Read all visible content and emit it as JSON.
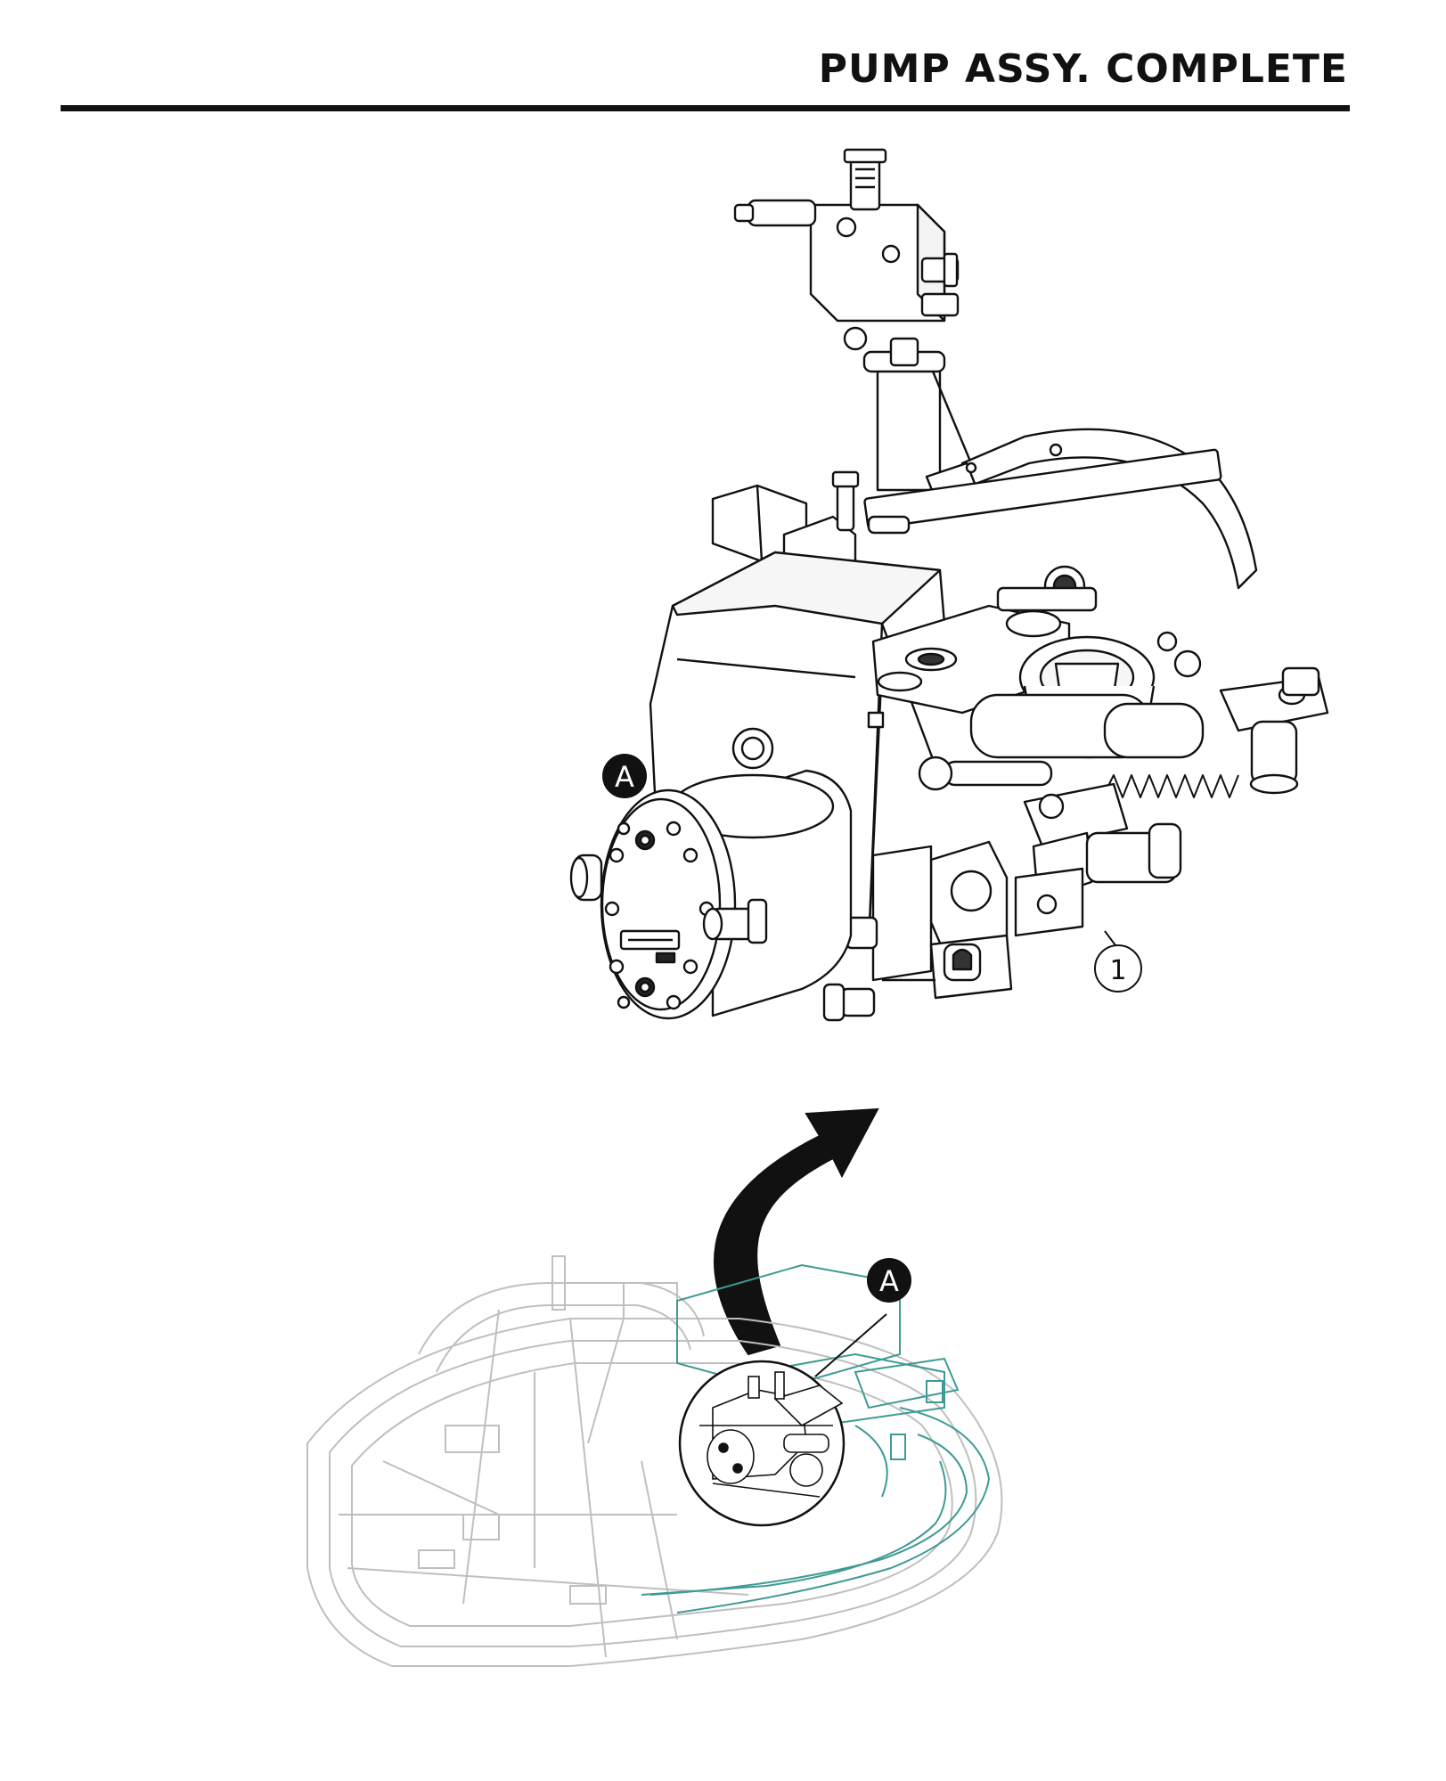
{
  "page": {
    "title": "PUMP ASSY. COMPLETE"
  },
  "callouts": {
    "detail_marker": "A",
    "locator_marker": "A",
    "part_1": "1"
  },
  "colors": {
    "ink": "#111111",
    "highlight": "#3f9a95",
    "ghost": "#c9c9c9"
  },
  "icons": {
    "detail_arrow": "curved-arrow-icon"
  }
}
